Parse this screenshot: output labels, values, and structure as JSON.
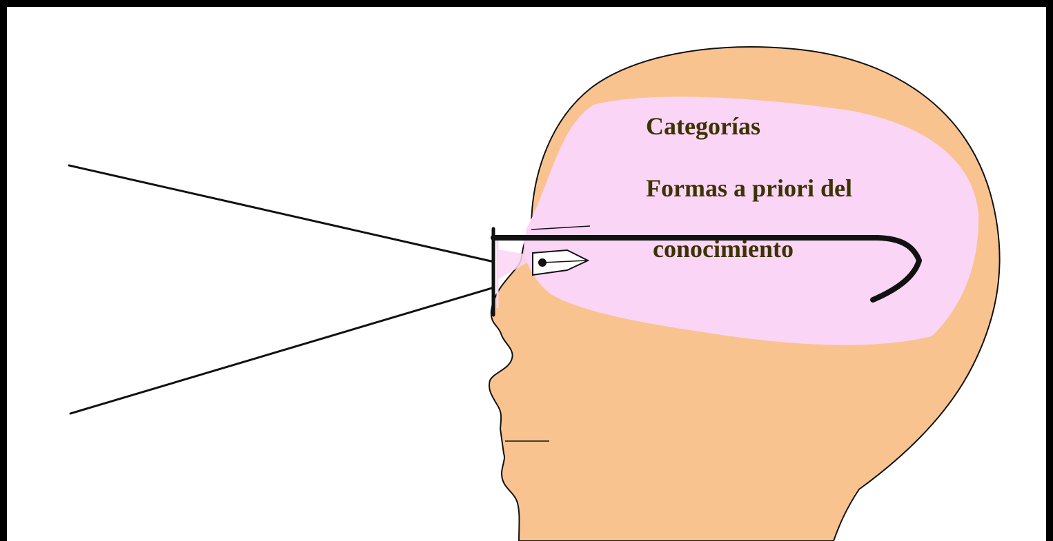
{
  "diagram": {
    "labels": [
      "Categorías",
      "Formas a priori del",
      "conocimiento"
    ]
  },
  "colors": {
    "background_border": "#000000",
    "canvas": "#ffffff",
    "head_skin": "#f9c38f",
    "mind_region": "#fbd5f6",
    "outline": "#111111",
    "label_text": "#3b3300"
  }
}
